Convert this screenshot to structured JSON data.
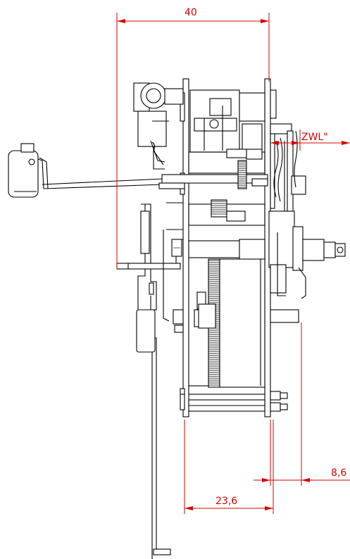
{
  "dimensions": {
    "overall_width": "40",
    "zwl_label": "ZWL\"",
    "plate_spacing": "23,6",
    "offset": "8,6"
  },
  "colors": {
    "dimension": "#d40000",
    "outline": "#000000",
    "background": "#ffffff"
  }
}
